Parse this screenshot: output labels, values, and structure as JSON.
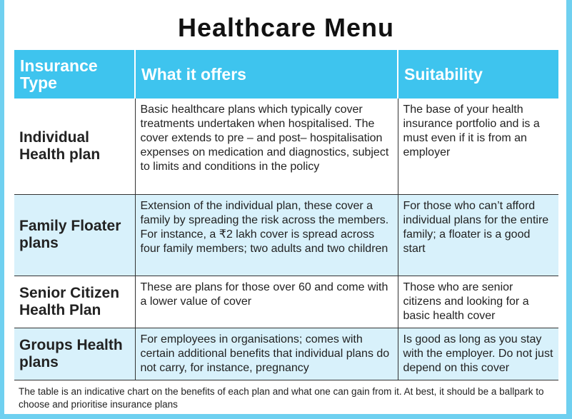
{
  "title": "Healthcare Menu",
  "headers": [
    "Insurance Type",
    "What it offers",
    "Suitability"
  ],
  "rows": [
    {
      "type": "Individual Health plan",
      "offers": "Basic healthcare plans which typically cover treatments undertaken when hospitalised. The cover extends to pre – and post– hospitalisation expenses on medication and diagnostics, subject to limits and conditions in the policy",
      "suitability": "The base of your health insurance portfolio and is a must even if it is from an employer"
    },
    {
      "type": "Family Floater plans",
      "offers": "Extension of the individual plan, these cover a family by spreading the risk across the members. For instance, a ₹2 lakh cover is spread across four family members; two adults and two children",
      "suitability": "For those who can’t afford individual plans for the entire family; a floater is a good start"
    },
    {
      "type": "Senior Citizen Health Plan",
      "offers": "These are plans for those over 60 and come with a lower value of cover",
      "suitability": "Those who are senior citizens and looking for a basic health cover"
    },
    {
      "type": "Groups Health plans",
      "offers": "For employees in organisations; comes with certain additional benefits that individual plans do not carry, for instance, pregnancy",
      "suitability": "Is good as long as you stay with the employer. Do not just depend on this cover"
    }
  ],
  "note": "The table is an indicative chart on the benefits of each plan and what one can gain from it. At best, it should be a ballpark to choose and prioritise insurance plans",
  "colors": {
    "header": "#3ec4ee",
    "alt_row": "#d8f1fb",
    "frame": "#6fd0f0"
  }
}
